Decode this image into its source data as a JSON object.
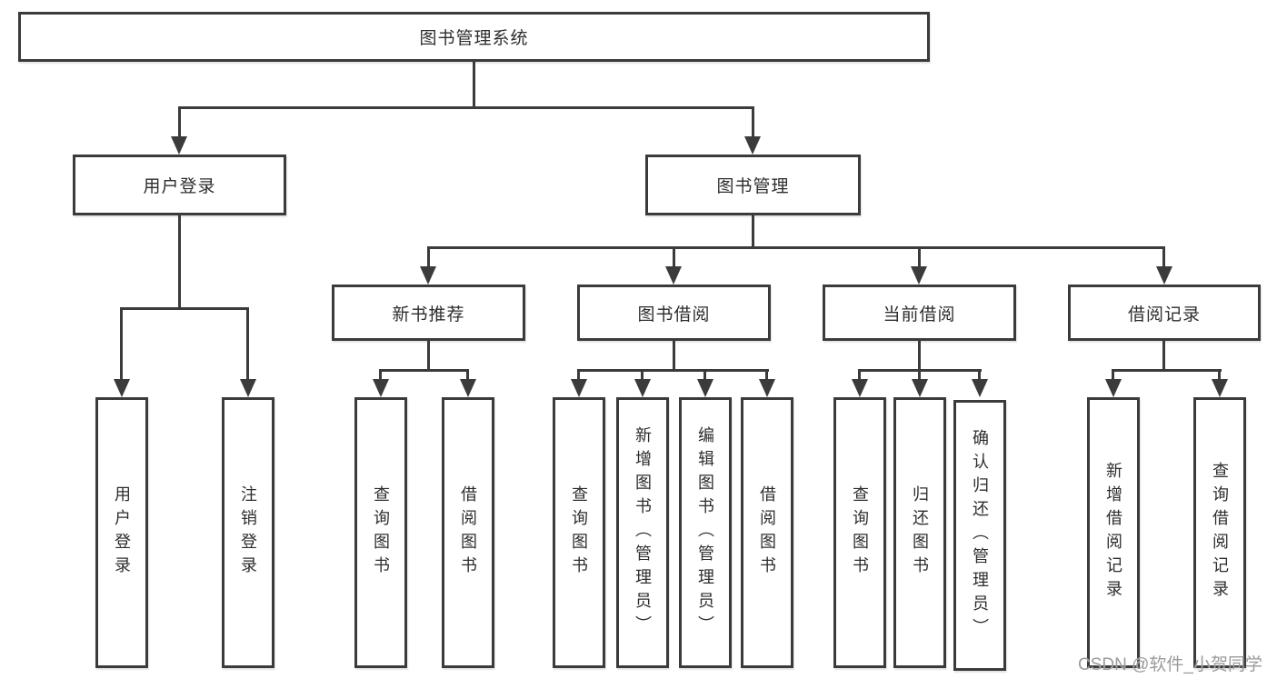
{
  "diagram": {
    "root": {
      "label": "图书管理系统"
    },
    "branches": [
      {
        "label": "用户登录",
        "children": [
          {
            "label": "用户登录"
          },
          {
            "label": "注销登录"
          }
        ]
      },
      {
        "label": "图书管理",
        "children": [
          {
            "label": "新书推荐",
            "children": [
              {
                "label": "查询图书"
              },
              {
                "label": "借阅图书"
              }
            ]
          },
          {
            "label": "图书借阅",
            "children": [
              {
                "label": "查询图书"
              },
              {
                "label": "新增图书（管理员）"
              },
              {
                "label": "编辑图书（管理员）"
              },
              {
                "label": "借阅图书"
              }
            ]
          },
          {
            "label": "当前借阅",
            "children": [
              {
                "label": "查询图书"
              },
              {
                "label": "归还图书"
              },
              {
                "label": "确认归还（管理员）"
              }
            ]
          },
          {
            "label": "借阅记录",
            "children": [
              {
                "label": "新增借阅记录"
              },
              {
                "label": "查询借阅记录"
              }
            ]
          }
        ]
      }
    ]
  },
  "watermark": {
    "text": "CSDN @软件_小贺同学"
  },
  "colors": {
    "line": "#3b3b3b",
    "text": "#2d2d2d",
    "background": "#ffffff",
    "watermark": "#9b9b9b"
  }
}
